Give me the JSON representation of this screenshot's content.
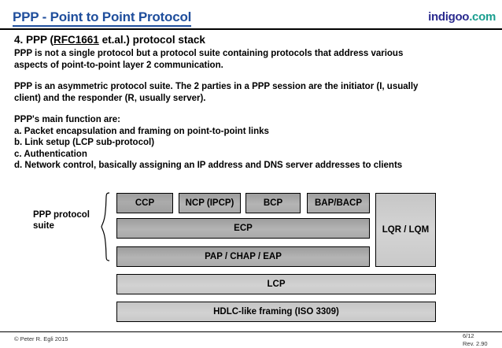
{
  "header": {
    "title": "PPP - Point to Point Protocol",
    "logo_primary": "indigoo",
    "logo_suffix": ".com",
    "title_color": "#1f4e9c",
    "logo_primary_color": "#2b2b8f",
    "logo_suffix_color": "#1a9e8f"
  },
  "content": {
    "heading_pre": "4. PPP (",
    "heading_link": "RFC1661",
    "heading_post": " et.al.) protocol stack",
    "paragraph1_line1": "PPP is not a single protocol but a protocol suite containing protocols that address various",
    "paragraph1_line2": "aspects of point-to-point layer 2 communication.",
    "paragraph2_line1": "PPP is an asymmetric protocol suite. The 2 parties in a PPP session are the initiator (I, usually",
    "paragraph2_line2": "client) and the responder (R, usually server).",
    "functions_intro": "PPP's main function are:",
    "function_a": "a. Packet encapsulation and framing on point-to-point links",
    "function_b": "b. Link setup (LCP sub-protocol)",
    "function_c": "c. Authentication",
    "function_d": "d. Network control, basically assigning an IP address and DNS server addresses to clients"
  },
  "diagram": {
    "suite_label_line1": "PPP protocol",
    "suite_label_line2": "suite",
    "row1": [
      {
        "label": "CCP",
        "tone": "tone-dark"
      },
      {
        "label": "NCP (IPCP)",
        "tone": "tone-mid"
      },
      {
        "label": "BCP",
        "tone": "tone-mid"
      },
      {
        "label": "BAP/BACP",
        "tone": "tone-mid"
      }
    ],
    "row2": {
      "label": "ECP",
      "tone": "tone-mid"
    },
    "row3": {
      "label": "PAP / CHAP / EAP",
      "tone": "tone-mid"
    },
    "row4": {
      "label": "LCP",
      "tone": "tone-light"
    },
    "row5": {
      "label": "HDLC-like framing (ISO 3309)",
      "tone": "tone-light"
    },
    "side": {
      "label": "LQR / LQM",
      "tone": "tone-lqr"
    }
  },
  "footer": {
    "copyright": "© Peter R. Egli 2015",
    "page": "6/12",
    "revision": "Rev. 2.90"
  }
}
